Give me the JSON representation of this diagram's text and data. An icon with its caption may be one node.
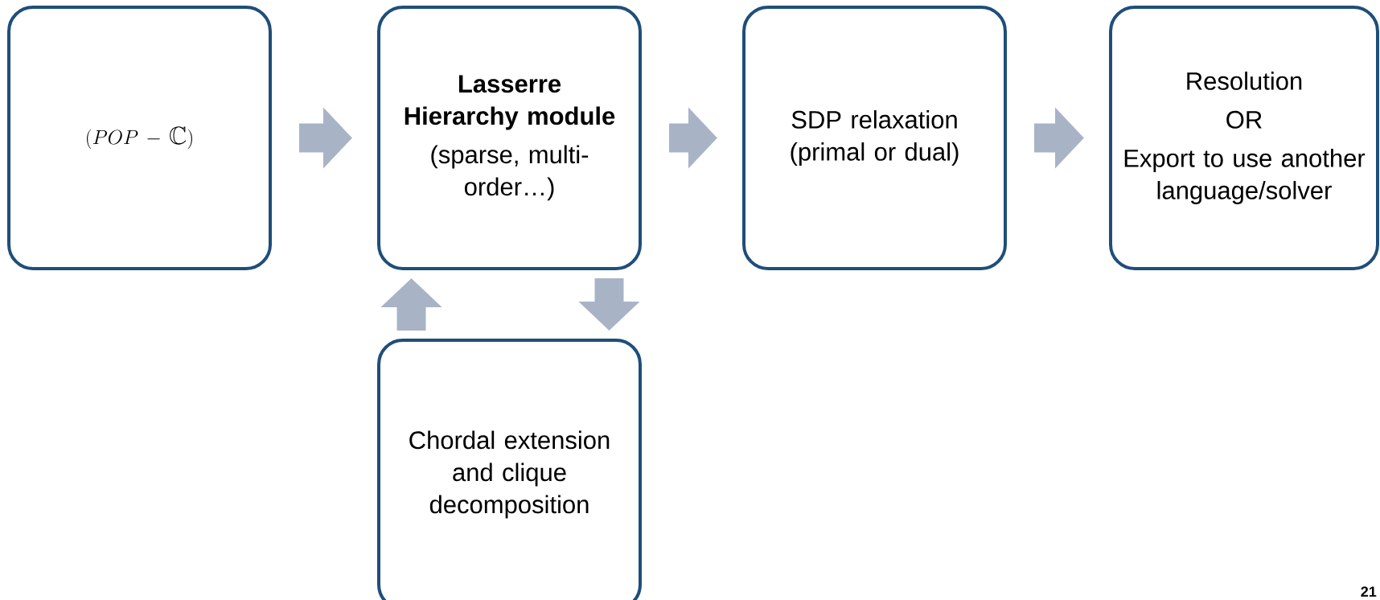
{
  "diagram": {
    "nodes": [
      {
        "text": [
          "(POP - \\mathbb{C})"
        ]
      },
      {
        "text": [
          "Lasserre Hierarchy module",
          "(sparse, multi-order…)"
        ]
      },
      {
        "text": [
          "SDP relaxation (primal or dual)"
        ]
      },
      {
        "text": [
          "Resolution",
          "OR",
          "Export to use another language/solver"
        ]
      },
      {
        "text": [
          "Chordal extension and clique decomposition"
        ]
      }
    ],
    "edges": [
      {
        "from": 0,
        "to": 1,
        "arrow": "to"
      },
      {
        "from": 1,
        "to": 2,
        "arrow": "to"
      },
      {
        "from": 2,
        "to": 3,
        "arrow": "to"
      },
      {
        "from": 4,
        "to": 1,
        "arrow": "to"
      },
      {
        "from": 1,
        "to": 4,
        "arrow": "to"
      }
    ],
    "labels": [
      "21"
    ]
  }
}
